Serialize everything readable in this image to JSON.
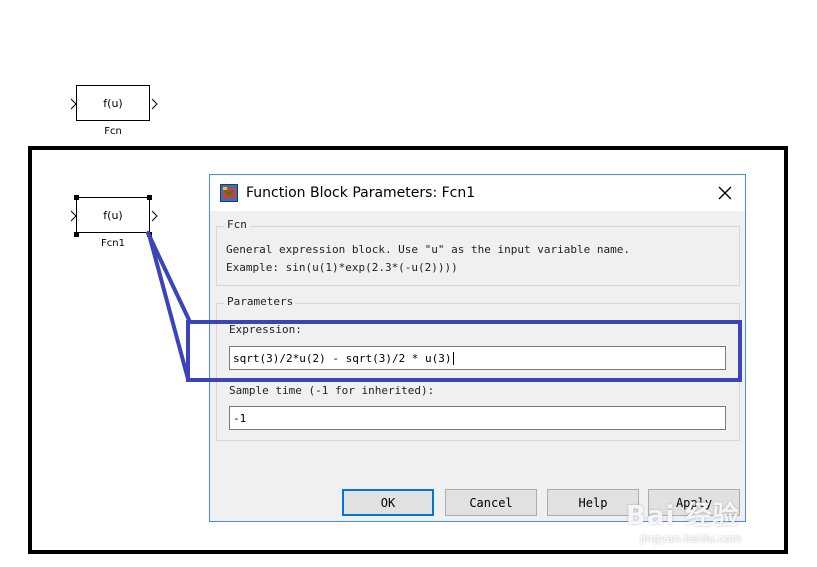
{
  "model": {
    "fcn_block": {
      "label": "f(u)",
      "caption": "Fcn"
    },
    "fcn1_block": {
      "label": "f(u)",
      "caption": "Fcn1"
    }
  },
  "dialog": {
    "title": "Function Block Parameters: Fcn1",
    "description_group": {
      "legend": "Fcn",
      "line1": "General expression block. Use \"u\" as the input variable name.",
      "line2": "Example: sin(u(1)*exp(2.3*(-u(2))))"
    },
    "parameters_group": {
      "legend": "Parameters",
      "expression_label": "Expression:",
      "expression_value": "sqrt(3)/2*u(2) - sqrt(3)/2 * u(3)",
      "sample_time_label": "Sample time (-1 for inherited):",
      "sample_time_value": "-1"
    },
    "buttons": {
      "ok": "OK",
      "cancel": "Cancel",
      "help": "Help",
      "apply": "Apply"
    }
  },
  "watermark": {
    "main": "Bai 经验",
    "sub": "jingyan.baidu.com"
  },
  "colors": {
    "annotation": "#3b44b8",
    "dialog_border": "#4a90d9",
    "dialog_bg": "#f0f0f0",
    "default_button_border": "#0078d7"
  }
}
